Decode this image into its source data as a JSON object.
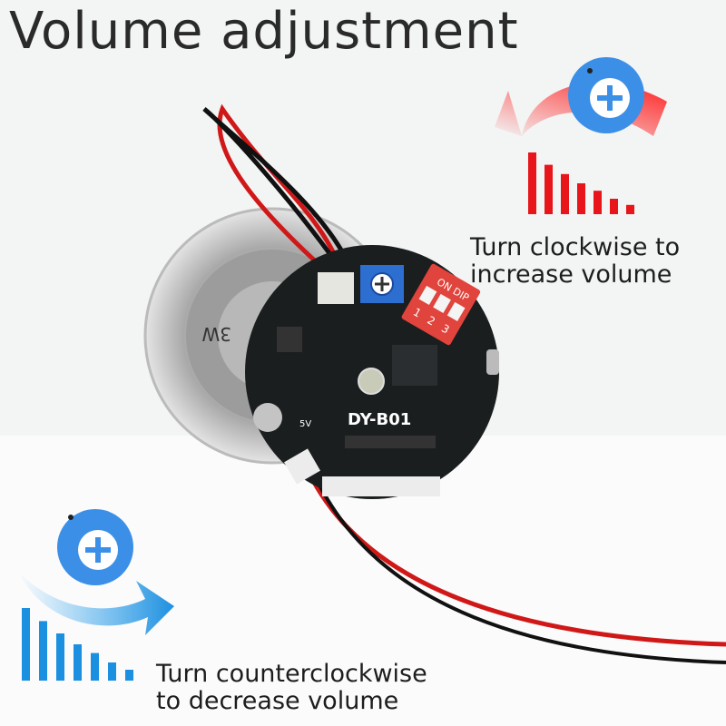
{
  "title": "Volume adjustment",
  "clockwise": {
    "line1": "Turn clockwise to",
    "line2": "increase volume",
    "color": "#e8151b"
  },
  "counterclockwise": {
    "line1": "Turn counterclockwise",
    "line2": "to decrease volume",
    "color": "#1b8fe0"
  },
  "board": {
    "model": "DY-B01",
    "dip_label": "ON DIP",
    "dip_numbers": [
      "1",
      "2",
      "3"
    ],
    "power_label": "5V"
  },
  "speaker": {
    "label": "3W"
  },
  "volume_bars": {
    "increase": [
      1.0,
      0.8,
      0.65,
      0.5,
      0.38,
      0.25,
      0.15
    ],
    "decrease": [
      1.0,
      0.82,
      0.65,
      0.5,
      0.38,
      0.25,
      0.15
    ]
  }
}
